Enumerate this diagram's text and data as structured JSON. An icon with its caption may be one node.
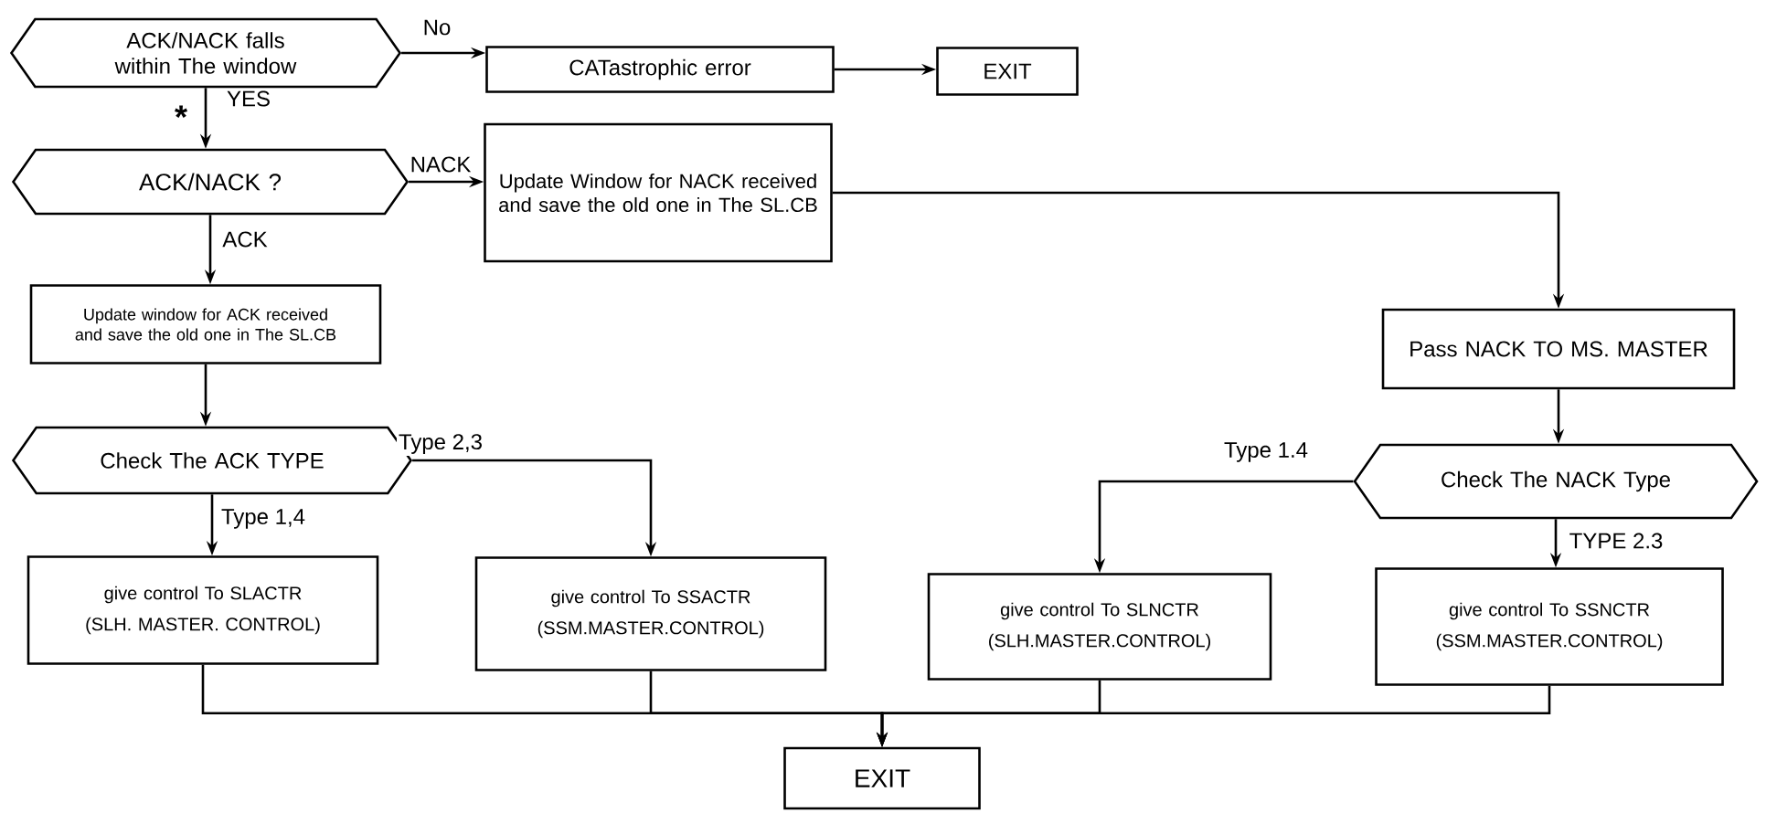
{
  "diagram": {
    "nodes": [
      {
        "text": [
          "ACK/NACK falls within The window"
        ]
      },
      {
        "text": [
          "CATastrophic error"
        ]
      },
      {
        "text": [
          "EXIT"
        ]
      },
      {
        "text": [
          "ACK/NACK ?"
        ]
      },
      {
        "text": [
          "Update Window for NACK received and save the old one in The SL.CB"
        ]
      },
      {
        "text": [
          "Update window for ACK received and save the old one in The SL.CB"
        ]
      },
      {
        "text": [
          "Pass NACK TO MS. MASTER"
        ]
      },
      {
        "text": [
          "Check The ACK TYPE"
        ]
      },
      {
        "text": [
          "Check The NACK Type"
        ]
      },
      {
        "text": [
          "give control To SLACTR",
          "(SLH. MASTER. CONTROL)"
        ]
      },
      {
        "text": [
          "give control To SSACTR",
          "(SSM.MASTER.CONTROL)"
        ]
      },
      {
        "text": [
          "give control To SLNCTR",
          "(SLH.MASTER.CONTROL)"
        ]
      },
      {
        "text": [
          "give control To SSNCTR",
          "(SSM.MASTER.CONTROL)"
        ]
      },
      {
        "text": [
          "EXIT"
        ]
      }
    ],
    "edges": [
      {
        "from": 0,
        "to": 1,
        "arrow": "to",
        "label": "No"
      },
      {
        "from": 1,
        "to": 2,
        "arrow": "to"
      },
      {
        "from": 0,
        "to": 3,
        "arrow": "to",
        "label": "YES"
      },
      {
        "from": 3,
        "to": 4,
        "arrow": "to",
        "label": "NACK"
      },
      {
        "from": 3,
        "to": 5,
        "arrow": "to",
        "label": "ACK"
      },
      {
        "from": 4,
        "to": 6,
        "arrow": "to"
      },
      {
        "from": 5,
        "to": 7,
        "arrow": "to"
      },
      {
        "from": 7,
        "to": 10,
        "arrow": "to",
        "label": "Type 2,3"
      },
      {
        "from": 7,
        "to": 9,
        "arrow": "to",
        "label": "Type 1,4"
      },
      {
        "from": 6,
        "to": 8,
        "arrow": "to"
      },
      {
        "from": 8,
        "to": 11,
        "arrow": "to",
        "label": "Type 1.4"
      },
      {
        "from": 8,
        "to": 12,
        "arrow": "to",
        "label": "TYPE 2.3"
      },
      {
        "from": 9,
        "to": 13,
        "arrow": "to"
      },
      {
        "from": 10,
        "to": 13,
        "arrow": "to"
      },
      {
        "from": 11,
        "to": 13,
        "arrow": "to"
      },
      {
        "from": 12,
        "to": 13,
        "arrow": "to"
      }
    ],
    "labels": [
      "*"
    ]
  }
}
